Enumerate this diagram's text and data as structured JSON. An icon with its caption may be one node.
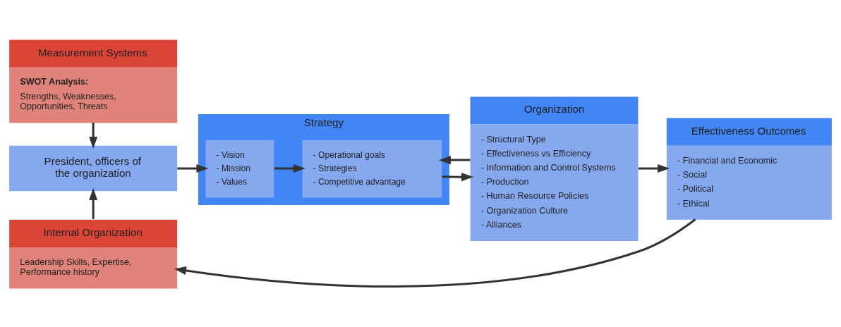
{
  "diagram": {
    "nodes": [
      {
        "text": [
          "Measurement Systems",
          "SWOT Analysis:",
          "Strengths, Weaknesses, Opportunities, Threats"
        ]
      },
      {
        "text": [
          "President, officers of the organization"
        ]
      },
      {
        "text": [
          "Internal Organization",
          "Leadership Skills, Expertise, Performance history"
        ]
      },
      {
        "text": [
          "Strategy"
        ]
      },
      {
        "text": [
          "- Vision",
          "- Mission",
          "- Values"
        ],
        "in": 3
      },
      {
        "text": [
          "- Operational goals",
          "- Strategies",
          "- Competitive advantage"
        ],
        "in": 3
      },
      {
        "text": [
          "Organization",
          "- Structural Type",
          "- Effectiveness vs Efficiency",
          "- Information and Control Systems",
          "- Production",
          "- Human Resource Policies",
          "- Organization Culture",
          "- Alliances"
        ]
      },
      {
        "text": [
          "Effectiveness Outcomes",
          "- Financial and Economic",
          "- Social",
          "- Political",
          "- Ethical"
        ]
      }
    ],
    "edges": [
      {
        "from": 0,
        "to": 1,
        "arrow": "to"
      },
      {
        "from": 2,
        "to": 1,
        "arrow": "to"
      },
      {
        "from": 1,
        "to": 4,
        "arrow": "to"
      },
      {
        "from": 4,
        "to": 5,
        "arrow": "to"
      },
      {
        "from": 5,
        "to": 6,
        "arrow": "to"
      },
      {
        "from": 6,
        "to": 5,
        "arrow": "to"
      },
      {
        "from": 6,
        "to": 7,
        "arrow": "to"
      },
      {
        "from": 7,
        "to": 2,
        "arrow": "to"
      }
    ]
  }
}
